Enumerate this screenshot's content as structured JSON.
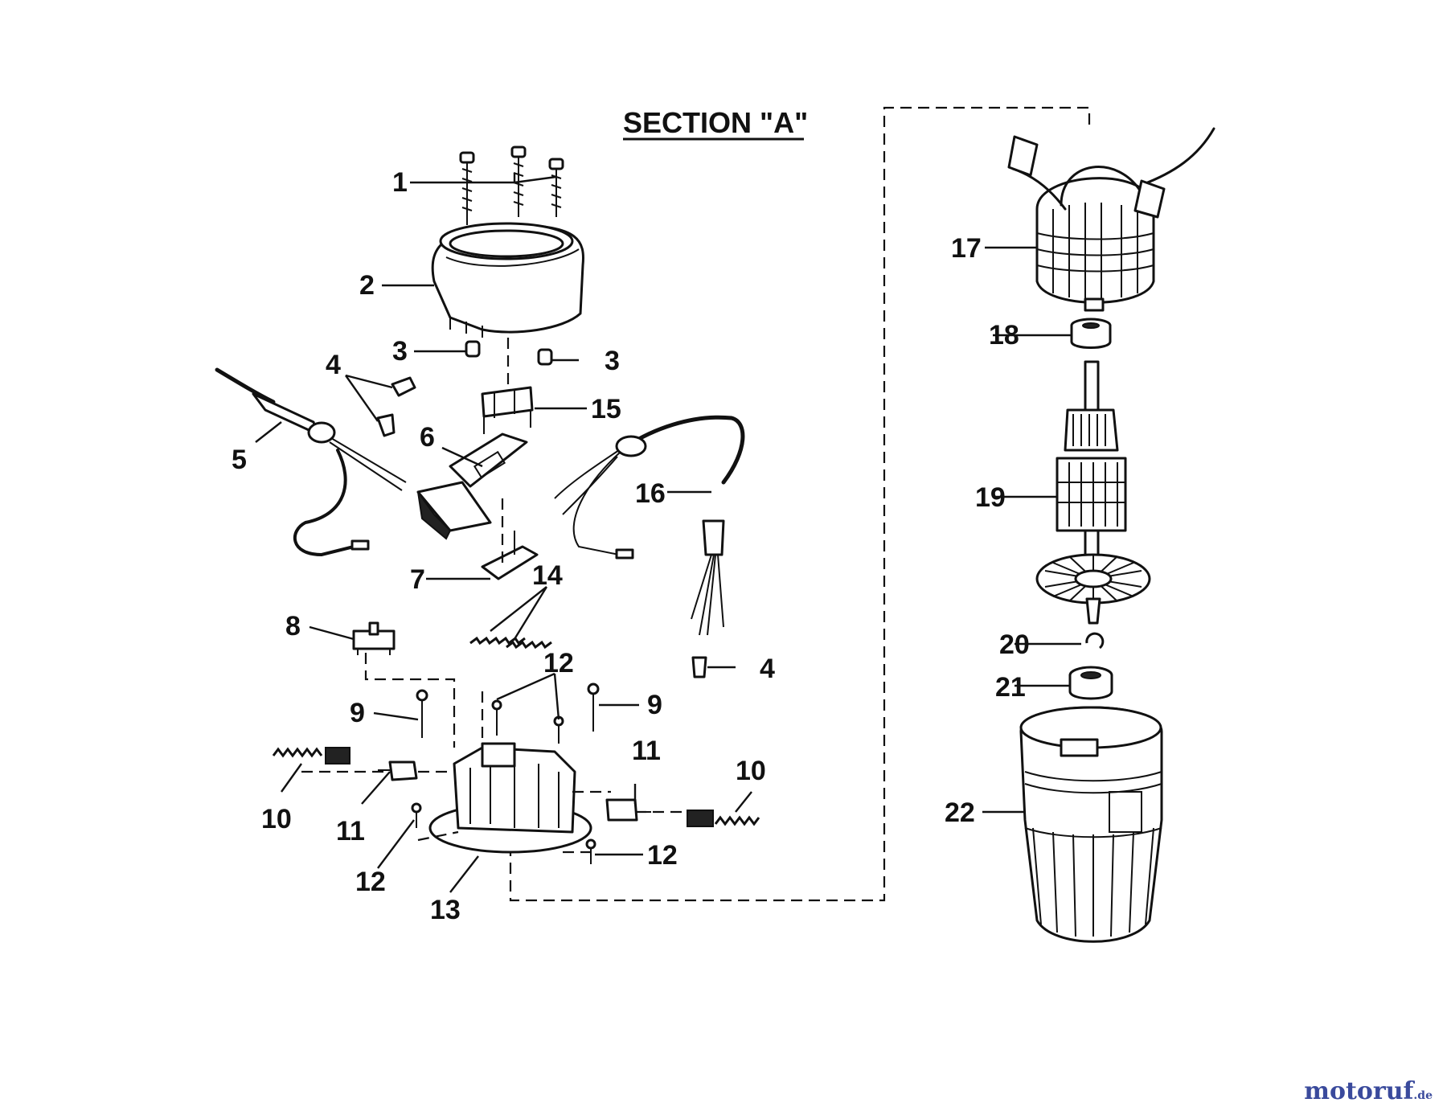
{
  "diagram": {
    "title": "SECTION \"A\"",
    "callouts": [
      "1",
      "2",
      "3",
      "3",
      "4",
      "5",
      "6",
      "15",
      "16",
      "7",
      "14",
      "8",
      "12",
      "9",
      "9",
      "10",
      "11",
      "11",
      "10",
      "12",
      "12",
      "13",
      "4",
      "17",
      "18",
      "19",
      "20",
      "21",
      "22"
    ]
  },
  "watermark": {
    "text": "motoruf",
    "suffix": ".de",
    "colors": {
      "main": "#3a4a9c",
      "accent": "#e07a1a"
    }
  }
}
